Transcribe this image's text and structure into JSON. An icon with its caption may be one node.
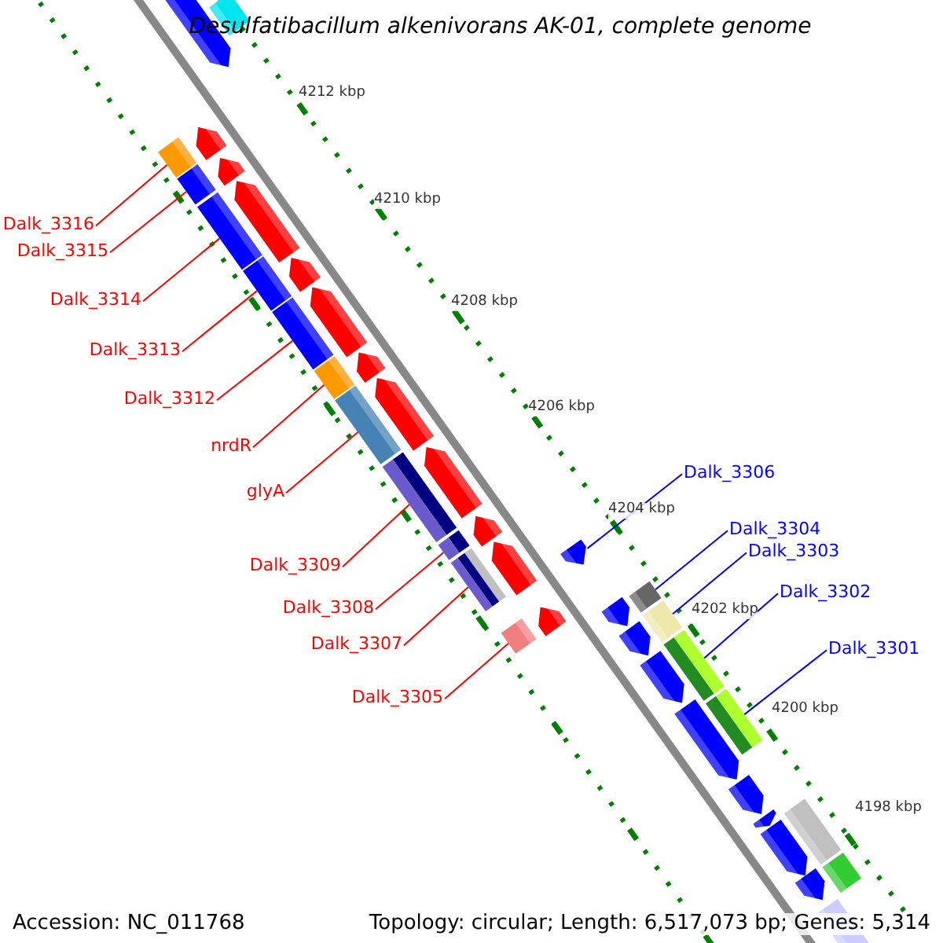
{
  "diagram": {
    "title": "Desulfatibacillum alkenivorans AK-01, complete genome",
    "nodes": [
      {
        "text": [
          "Dalk_3316"
        ]
      },
      {
        "text": [
          "Dalk_3315"
        ]
      },
      {
        "text": [
          "Dalk_3314"
        ]
      },
      {
        "text": [
          "Dalk_3313"
        ]
      },
      {
        "text": [
          "Dalk_3312"
        ]
      },
      {
        "text": [
          "nrdR"
        ]
      },
      {
        "text": [
          "glyA"
        ]
      },
      {
        "text": [
          "Dalk_3309"
        ]
      },
      {
        "text": [
          "Dalk_3308"
        ]
      },
      {
        "text": [
          "Dalk_3307"
        ]
      },
      {
        "text": [
          "Dalk_3305"
        ]
      },
      {
        "text": [
          "Dalk_3306"
        ]
      },
      {
        "text": [
          "Dalk_3304"
        ]
      },
      {
        "text": [
          "Dalk_3303"
        ]
      },
      {
        "text": [
          "Dalk_3302"
        ]
      },
      {
        "text": [
          "Dalk_3301"
        ]
      },
      {
        "text": [],
        "shape": "box"
      },
      {
        "text": [],
        "shape": "box"
      },
      {
        "text": [],
        "shape": "box"
      },
      {
        "text": [],
        "shape": "box"
      },
      {
        "text": [],
        "shape": "box"
      },
      {
        "text": [],
        "shape": "box"
      },
      {
        "text": [],
        "shape": "box"
      },
      {
        "text": [],
        "shape": "box"
      },
      {
        "text": [],
        "shape": "box"
      },
      {
        "text": [],
        "shape": "box"
      },
      {
        "text": [],
        "shape": "box"
      },
      {
        "text": [],
        "shape": "arrow"
      },
      {
        "text": [],
        "shape": "box"
      },
      {
        "text": [],
        "shape": "box"
      },
      {
        "text": [],
        "shape": "box"
      },
      {
        "text": [],
        "shape": "box"
      },
      {
        "text": [],
        "shape": "arrow"
      },
      {
        "text": [],
        "shape": "box"
      },
      {
        "text": [],
        "shape": "arrow"
      },
      {
        "text": [],
        "shape": "arrow"
      },
      {
        "text": [],
        "shape": "arrow"
      },
      {
        "text": [],
        "shape": "arrow"
      },
      {
        "text": [],
        "shape": "arrow"
      },
      {
        "text": [],
        "shape": "arrow"
      },
      {
        "text": [],
        "shape": "arrow"
      },
      {
        "text": [],
        "shape": "arrow"
      },
      {
        "text": [],
        "shape": "arrow"
      },
      {
        "text": [],
        "shape": "arrow"
      },
      {
        "text": [],
        "shape": "arrow"
      },
      {
        "text": [],
        "shape": "arrow"
      },
      {
        "text": [],
        "shape": "arrow"
      },
      {
        "text": [],
        "shape": "arrow"
      },
      {
        "text": [],
        "shape": "arrow"
      },
      {
        "text": [],
        "shape": "arrow"
      },
      {
        "text": [],
        "shape": "arrow"
      },
      {
        "text": [],
        "shape": "arrow"
      },
      {
        "text": [],
        "shape": "arrow"
      },
      {
        "text": [],
        "shape": "arrow"
      },
      {
        "text": [],
        "shape": "box"
      },
      {
        "text": [],
        "shape": "box"
      }
    ],
    "edges": [
      {
        "from": 0,
        "to": 16,
        "arrow": "none"
      },
      {
        "from": 1,
        "to": 17,
        "arrow": "none"
      },
      {
        "from": 2,
        "to": 18,
        "arrow": "none"
      },
      {
        "from": 3,
        "to": 19,
        "arrow": "none"
      },
      {
        "from": 4,
        "to": 20,
        "arrow": "none"
      },
      {
        "from": 5,
        "to": 21,
        "arrow": "none"
      },
      {
        "from": 6,
        "to": 22,
        "arrow": "none"
      },
      {
        "from": 7,
        "to": 23,
        "arrow": "none"
      },
      {
        "from": 8,
        "to": 24,
        "arrow": "none"
      },
      {
        "from": 9,
        "to": 25,
        "arrow": "none"
      },
      {
        "from": 10,
        "to": 26,
        "arrow": "none"
      },
      {
        "from": 11,
        "to": 27,
        "arrow": "none",
        "color": "#0000ff"
      },
      {
        "from": 12,
        "to": 28,
        "arrow": "none",
        "color": "#0000ff"
      },
      {
        "from": 13,
        "to": 29,
        "arrow": "none",
        "color": "#0000ff"
      },
      {
        "from": 14,
        "to": 30,
        "arrow": "none",
        "color": "#0000ff"
      },
      {
        "from": 15,
        "to": 31,
        "arrow": "none",
        "color": "#0000ff"
      }
    ],
    "labels": [
      "4212 kbp",
      "4210 kbp",
      "4208 kbp",
      "4206 kbp",
      "4204 kbp",
      "4202 kbp",
      "4200 kbp",
      "4198 kbp",
      "Accession: NC_011768",
      "Topology: circular; Length: 6,517,073 bp; Genes: 5,314"
    ]
  }
}
